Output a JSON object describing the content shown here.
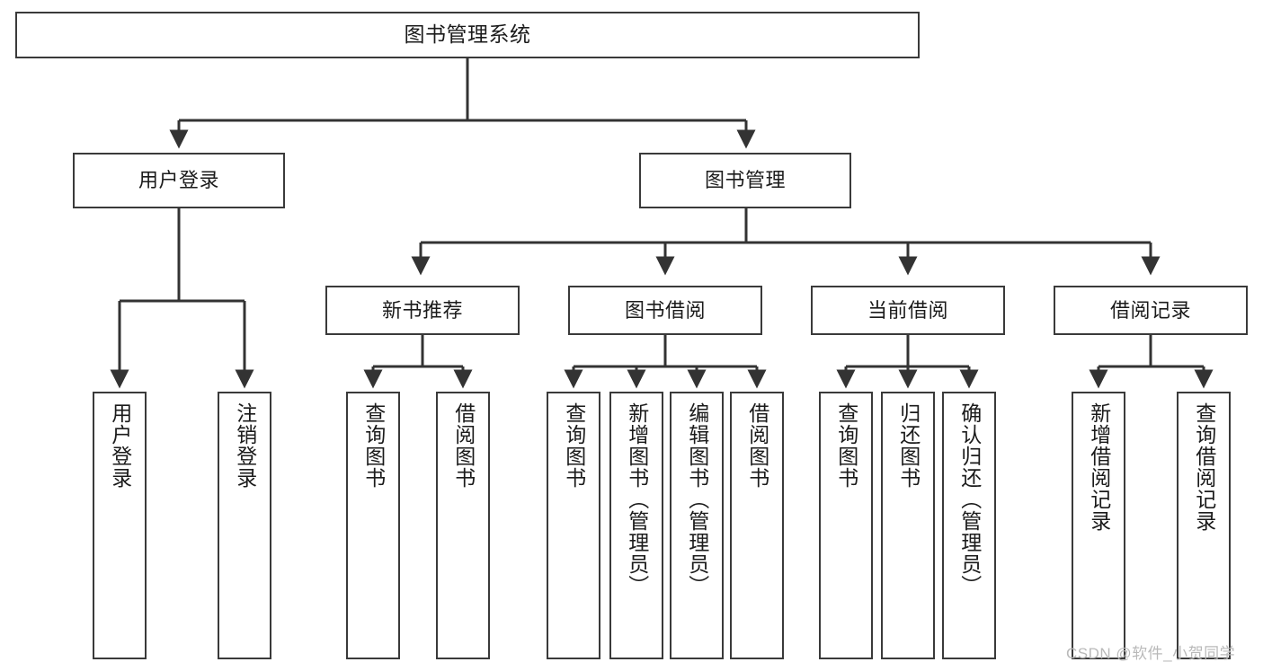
{
  "diagram": {
    "title": "图书管理系统",
    "type": "tree-hierarchy",
    "orientation": "top-down",
    "colors": {
      "box_border": "#3a3a3a",
      "box_fill": "#ffffff",
      "connector": "#333333",
      "text": "#1b1b1b",
      "watermark": "#b9b9b9"
    },
    "root": {
      "label": "图书管理系统"
    },
    "level2": [
      {
        "label": "用户登录"
      },
      {
        "label": "图书管理"
      }
    ],
    "level3": [
      {
        "label": "新书推荐"
      },
      {
        "label": "图书借阅"
      },
      {
        "label": "当前借阅"
      },
      {
        "label": "借阅记录"
      }
    ],
    "leaves": {
      "user_login": [
        {
          "label": "用户登录"
        },
        {
          "label": "注销登录"
        }
      ],
      "new_book": [
        {
          "label": "查询图书"
        },
        {
          "label": "借阅图书"
        }
      ],
      "book_borrow": [
        {
          "label": "查询图书"
        },
        {
          "label": "新增图书（管理员）"
        },
        {
          "label": "编辑图书（管理员）"
        },
        {
          "label": "借阅图书"
        }
      ],
      "current_borrow": [
        {
          "label": "查询图书"
        },
        {
          "label": "归还图书"
        },
        {
          "label": "确认归还（管理员）"
        }
      ],
      "borrow_record": [
        {
          "label": "新增借阅记录"
        },
        {
          "label": "查询借阅记录"
        }
      ]
    },
    "watermark": "CSDN @软件_小贺同学"
  }
}
